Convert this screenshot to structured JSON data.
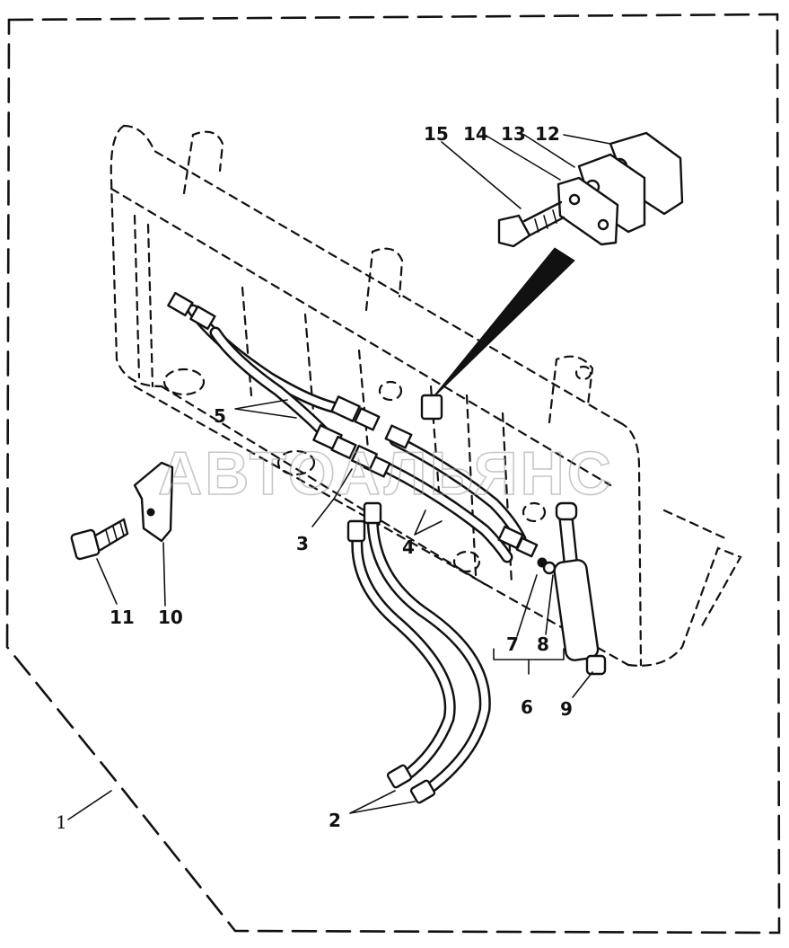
{
  "diagram": {
    "watermark": "АВТОАЛЬЯНС",
    "callouts": [
      {
        "id": "callout-1",
        "text": "1"
      },
      {
        "id": "callout-2",
        "text": "2"
      },
      {
        "id": "callout-3",
        "text": "3"
      },
      {
        "id": "callout-4",
        "text": "4"
      },
      {
        "id": "callout-5",
        "text": "5"
      },
      {
        "id": "callout-6",
        "text": "6"
      },
      {
        "id": "callout-7",
        "text": "7"
      },
      {
        "id": "callout-8",
        "text": "8"
      },
      {
        "id": "callout-9",
        "text": "9"
      },
      {
        "id": "callout-10",
        "text": "10"
      },
      {
        "id": "callout-11",
        "text": "11"
      },
      {
        "id": "callout-12",
        "text": "12"
      },
      {
        "id": "callout-13",
        "text": "13"
      },
      {
        "id": "callout-14",
        "text": "14"
      },
      {
        "id": "callout-15",
        "text": "15"
      }
    ]
  }
}
